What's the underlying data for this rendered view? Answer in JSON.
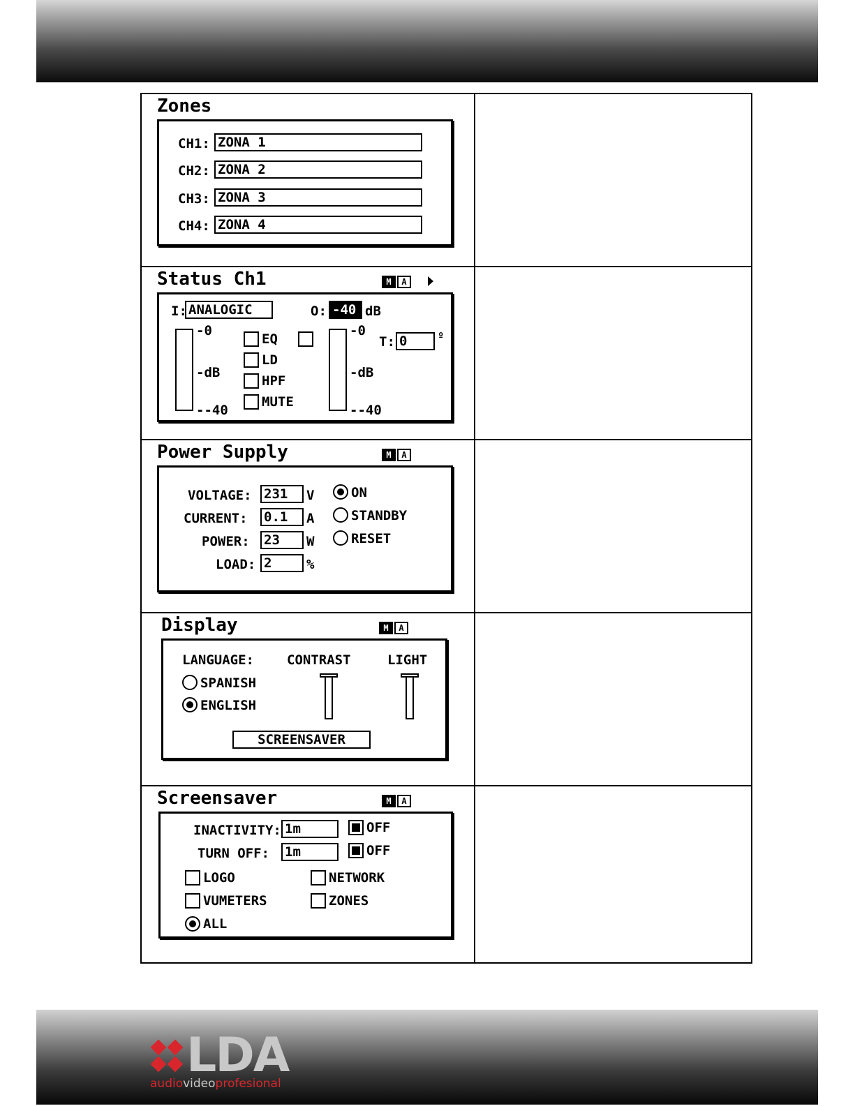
{
  "zones": {
    "title": "Zones",
    "channels": [
      {
        "label": "CH1:",
        "value": "ZONA 1"
      },
      {
        "label": "CH2:",
        "value": "ZONA 2"
      },
      {
        "label": "CH3:",
        "value": "ZONA 3"
      },
      {
        "label": "CH4:",
        "value": "ZONA 4"
      }
    ]
  },
  "status": {
    "title": "Status Ch1",
    "input_label": "I:",
    "input_value": "ANALOGIC",
    "output_label": "O:",
    "output_value": "-40",
    "output_unit": "dB",
    "meter_top": "-0",
    "meter_mid": "-dB",
    "meter_bottom": "--40",
    "options": [
      "EQ",
      "LD",
      "HPF",
      "MUTE"
    ],
    "temp_label": "T:",
    "temp_value": "0",
    "temp_unit": "º"
  },
  "power": {
    "title": "Power Supply",
    "rows": [
      {
        "label": "VOLTAGE:",
        "value": "231",
        "unit": "V"
      },
      {
        "label": "CURRENT:",
        "value": "0.1",
        "unit": "A"
      },
      {
        "label": "POWER:",
        "value": "23",
        "unit": "W"
      },
      {
        "label": "LOAD:",
        "value": "2",
        "unit": "%"
      }
    ],
    "modes": [
      {
        "label": "ON",
        "selected": true
      },
      {
        "label": "STANDBY",
        "selected": false
      },
      {
        "label": "RESET",
        "selected": false
      }
    ]
  },
  "display": {
    "title": "Display",
    "language_label": "LANGUAGE:",
    "languages": [
      {
        "label": "SPANISH",
        "selected": false
      },
      {
        "label": "ENGLISH",
        "selected": true
      }
    ],
    "contrast_label": "CONTRAST",
    "light_label": "LIGHT",
    "screensaver_button": "SCREENSAVER"
  },
  "screensaver": {
    "title": "Screensaver",
    "inactivity_label": "INACTIVITY:",
    "inactivity_value": "1m",
    "turnoff_label": "TURN OFF:",
    "turnoff_value": "1m",
    "off_label": "OFF",
    "options": [
      "LOGO",
      "NETWORK",
      "VUMETERS",
      "ZONES"
    ],
    "all_label": "ALL"
  },
  "logo": {
    "letters": "LDA",
    "tag_left": "audio",
    "tag_mid": "video",
    "tag_right": "profesional",
    "colors": {
      "red": "#d8262c",
      "grey": "#c8c8c8"
    }
  }
}
